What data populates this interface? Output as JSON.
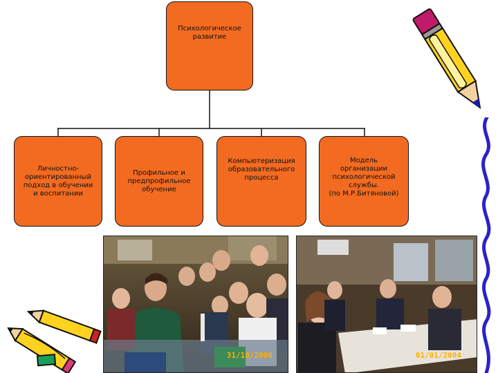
{
  "diagram": {
    "root": {
      "lines": [
        "Психологическое",
        "развитие"
      ]
    },
    "children": [
      {
        "lines": [
          "Личностно-",
          "ориентированный",
          "подход в обучении",
          "и воспитании"
        ]
      },
      {
        "lines": [
          "Профильное и",
          "предпрофильное",
          "обучение"
        ]
      },
      {
        "lines": [
          "Компьютеризация",
          "образовательного",
          "процесса"
        ]
      },
      {
        "lines": [
          "Модель",
          "организации",
          "психологической",
          "службы.",
          "(по М.Р.Битяновой)"
        ]
      }
    ],
    "colors": {
      "node_fill": "#f26b21",
      "node_border": "#111111",
      "connector": "#111111"
    }
  },
  "photos": [
    {
      "stamp": "31/10/2006"
    },
    {
      "stamp": "01/01/2004"
    }
  ],
  "clipart": [
    "pencil-icon",
    "pencil-icon",
    "pencil-icon",
    "wavy-line"
  ]
}
